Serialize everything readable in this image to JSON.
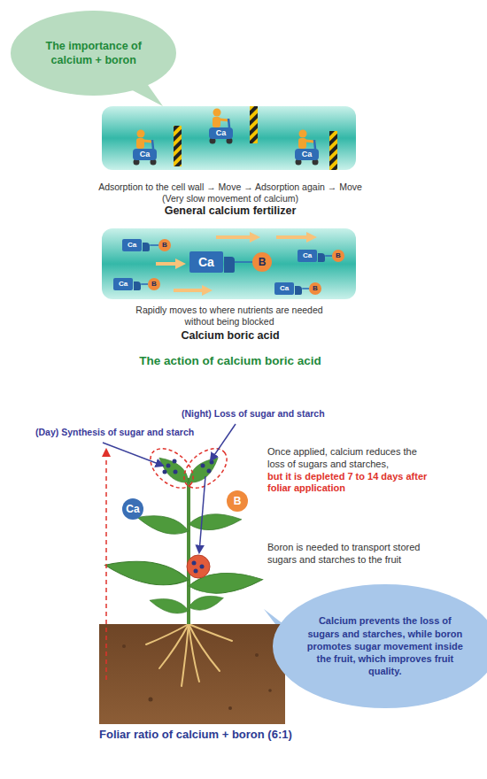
{
  "diagram": {
    "caption": "Foliar ratio of calcium + boron (6:1)",
    "nodes": [
      {
        "text": [
          "The importance of calcium + boron"
        ]
      },
      {
        "text": [
          "Ca"
        ]
      },
      {
        "text": [
          "Ca"
        ]
      },
      {
        "text": [
          "Ca"
        ]
      },
      {
        "text": [
          "Ca"
        ]
      },
      {
        "text": [
          "B"
        ]
      },
      {
        "text": [
          "Ca"
        ]
      },
      {
        "text": [
          "B"
        ]
      },
      {
        "text": [
          "Ca"
        ]
      },
      {
        "text": [
          "B"
        ]
      },
      {
        "text": [
          "Ca"
        ]
      },
      {
        "text": [
          "B"
        ]
      },
      {
        "text": [
          "Ca"
        ]
      },
      {
        "text": [
          "B"
        ]
      },
      {
        "text": [
          "Ca"
        ]
      },
      {
        "text": [
          "B"
        ]
      },
      {
        "text": [
          "Calcium prevents the loss of sugars and starches, while boron promotes sugar movement inside the fruit, which improves fruit quality."
        ]
      }
    ],
    "edges": [
      {
        "from": 4,
        "to": 5,
        "arrow": "none"
      },
      {
        "from": 6,
        "to": 7,
        "arrow": "none"
      },
      {
        "from": 8,
        "to": 9,
        "arrow": "none"
      },
      {
        "from": 10,
        "to": 11,
        "arrow": "none"
      },
      {
        "from": 12,
        "to": 13,
        "arrow": "none"
      }
    ],
    "labels": [
      "Adsorption to the cell wall → Move → Adsorption again → Move",
      "(Very slow movement of calcium)",
      "General calcium fertilizer",
      "Rapidly moves to where nutrients are needed without being blocked",
      "Calcium boric acid",
      "The action of calcium boric acid",
      "(Night) Loss of sugar and starch",
      "(Day) Synthesis of sugar and starch",
      "Once applied, calcium reduces the loss of sugars and starches,",
      "but it is depleted 7 to 14 days after foliar application",
      "Boron is needed to transport stored sugars and starches to the fruit"
    ]
  }
}
